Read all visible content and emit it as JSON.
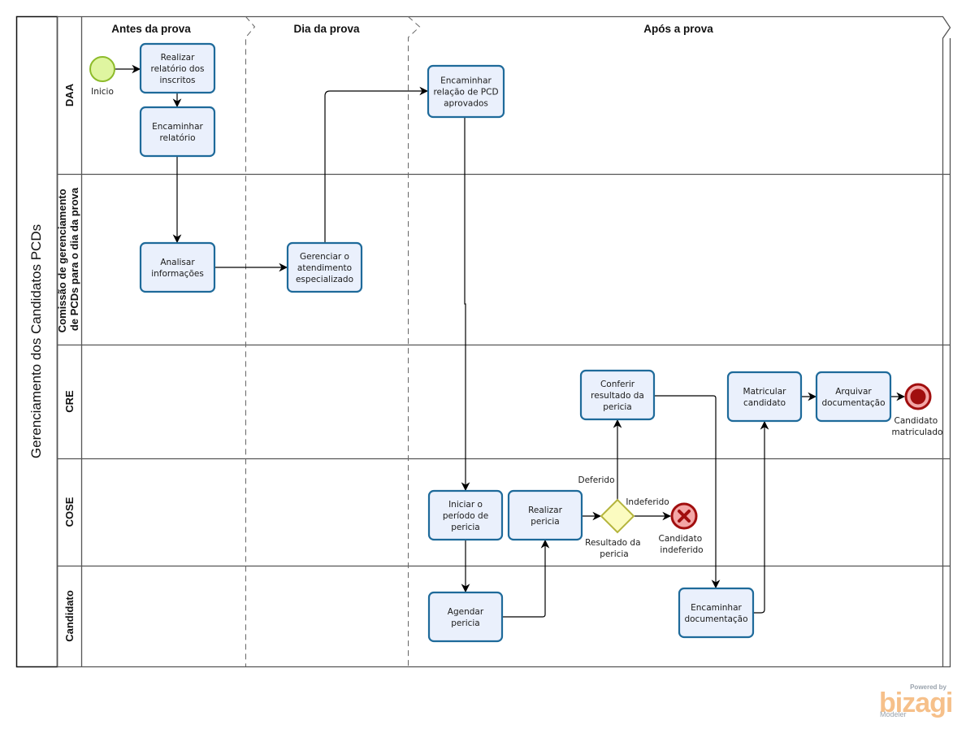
{
  "pool": {
    "title": "Gerenciamento dos Candidatos PCDs"
  },
  "phases": [
    {
      "id": "antes",
      "title": "Antes da prova"
    },
    {
      "id": "dia",
      "title": "Dia da prova"
    },
    {
      "id": "apos",
      "title": "Após a prova"
    }
  ],
  "lanes": [
    {
      "id": "daa",
      "lines": [
        "DAA"
      ]
    },
    {
      "id": "comissao",
      "lines": [
        "Comissão de gerenciamento",
        "de PCDs para o dia da prova"
      ]
    },
    {
      "id": "cre",
      "lines": [
        "CRE"
      ]
    },
    {
      "id": "cose",
      "lines": [
        "COSE"
      ]
    },
    {
      "id": "candidato",
      "lines": [
        "Candidato"
      ]
    }
  ],
  "tasks": [
    {
      "id": "realizar-relatorio",
      "lines": [
        "Realizar",
        "relatório dos",
        "inscritos"
      ]
    },
    {
      "id": "encaminhar-relatorio",
      "lines": [
        "Encaminhar",
        "relatório"
      ]
    },
    {
      "id": "analisar-informacoes",
      "lines": [
        "Analisar",
        "informações"
      ]
    },
    {
      "id": "gerenciar-atendimento",
      "lines": [
        "Gerenciar o",
        "atendimento",
        "especializado"
      ]
    },
    {
      "id": "encaminhar-relacao",
      "lines": [
        "Encaminhar",
        "relação de PCD",
        "aprovados"
      ]
    },
    {
      "id": "iniciar-periodo",
      "lines": [
        "Iniciar o",
        "período de",
        "pericia"
      ]
    },
    {
      "id": "realizar-pericia",
      "lines": [
        "Realizar",
        "pericia"
      ]
    },
    {
      "id": "agendar-pericia",
      "lines": [
        "Agendar",
        "pericia"
      ]
    },
    {
      "id": "conferir-resultado",
      "lines": [
        "Conferir",
        "resultado da",
        "pericia"
      ]
    },
    {
      "id": "matricular-candidato",
      "lines": [
        "Matricular",
        "candidato"
      ]
    },
    {
      "id": "arquivar-documentacao",
      "lines": [
        "Arquivar",
        "documentação"
      ]
    },
    {
      "id": "encaminhar-documentacao",
      "lines": [
        "Encaminhar",
        "documentação"
      ]
    }
  ],
  "events": {
    "start": {
      "label": "Inicio"
    },
    "end_indeferido": {
      "lines": [
        "Candidato",
        "indeferido"
      ]
    },
    "end_matriculado": {
      "lines": [
        "Candidato",
        "matriculado"
      ]
    }
  },
  "gateway": {
    "lines": [
      "Resultado da",
      "pericia"
    ],
    "deferido_label": "Deferido",
    "indeferido_label": "Indeferido"
  },
  "colors": {
    "task_fill": "#eaf0fc",
    "task_stroke": "#1e6a9a",
    "start_fill": "#dff5a0",
    "start_stroke": "#8dbb2a",
    "gateway_fill": "#fbfbc0",
    "gateway_stroke": "#b4b43c",
    "end_fill": "#f3a6a6",
    "end_stroke": "#a10e0e"
  },
  "watermark": {
    "powered": "Powered by",
    "brand": "bizagi",
    "product": "Modeler"
  }
}
